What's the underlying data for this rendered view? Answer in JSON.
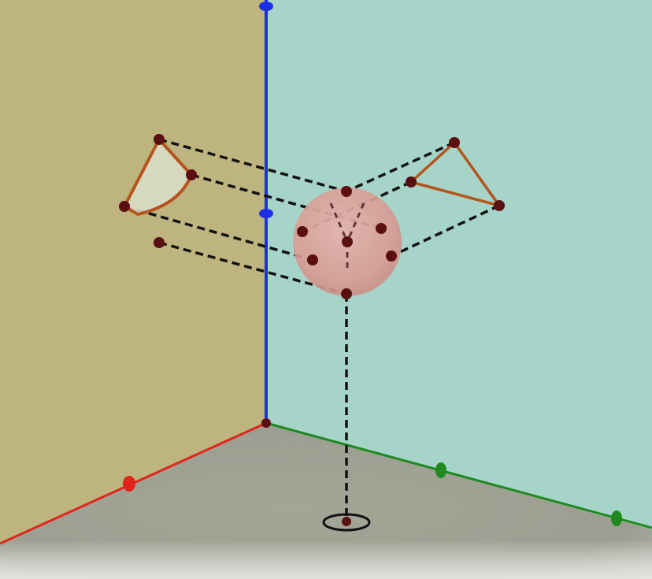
{
  "scene": {
    "kind": "3d-projection-diagram",
    "colors": {
      "left_wall": "#bdb47f",
      "right_wall": "#a6d4c8",
      "floor": "#9fa393",
      "x_axis": "#e0261a",
      "y_axis": "#1f8a1f",
      "z_axis": "#1a2fe6",
      "sphere": "#d69a92",
      "points": "#5a1010",
      "projection_outline": "#b5541c",
      "projection_fill_left": "#d8dcc6",
      "dashed_lines": "#111111"
    },
    "projections": {
      "left_wall": "circular-arc-shaded-region",
      "right_wall": "triangle",
      "floor": "ellipse"
    }
  }
}
